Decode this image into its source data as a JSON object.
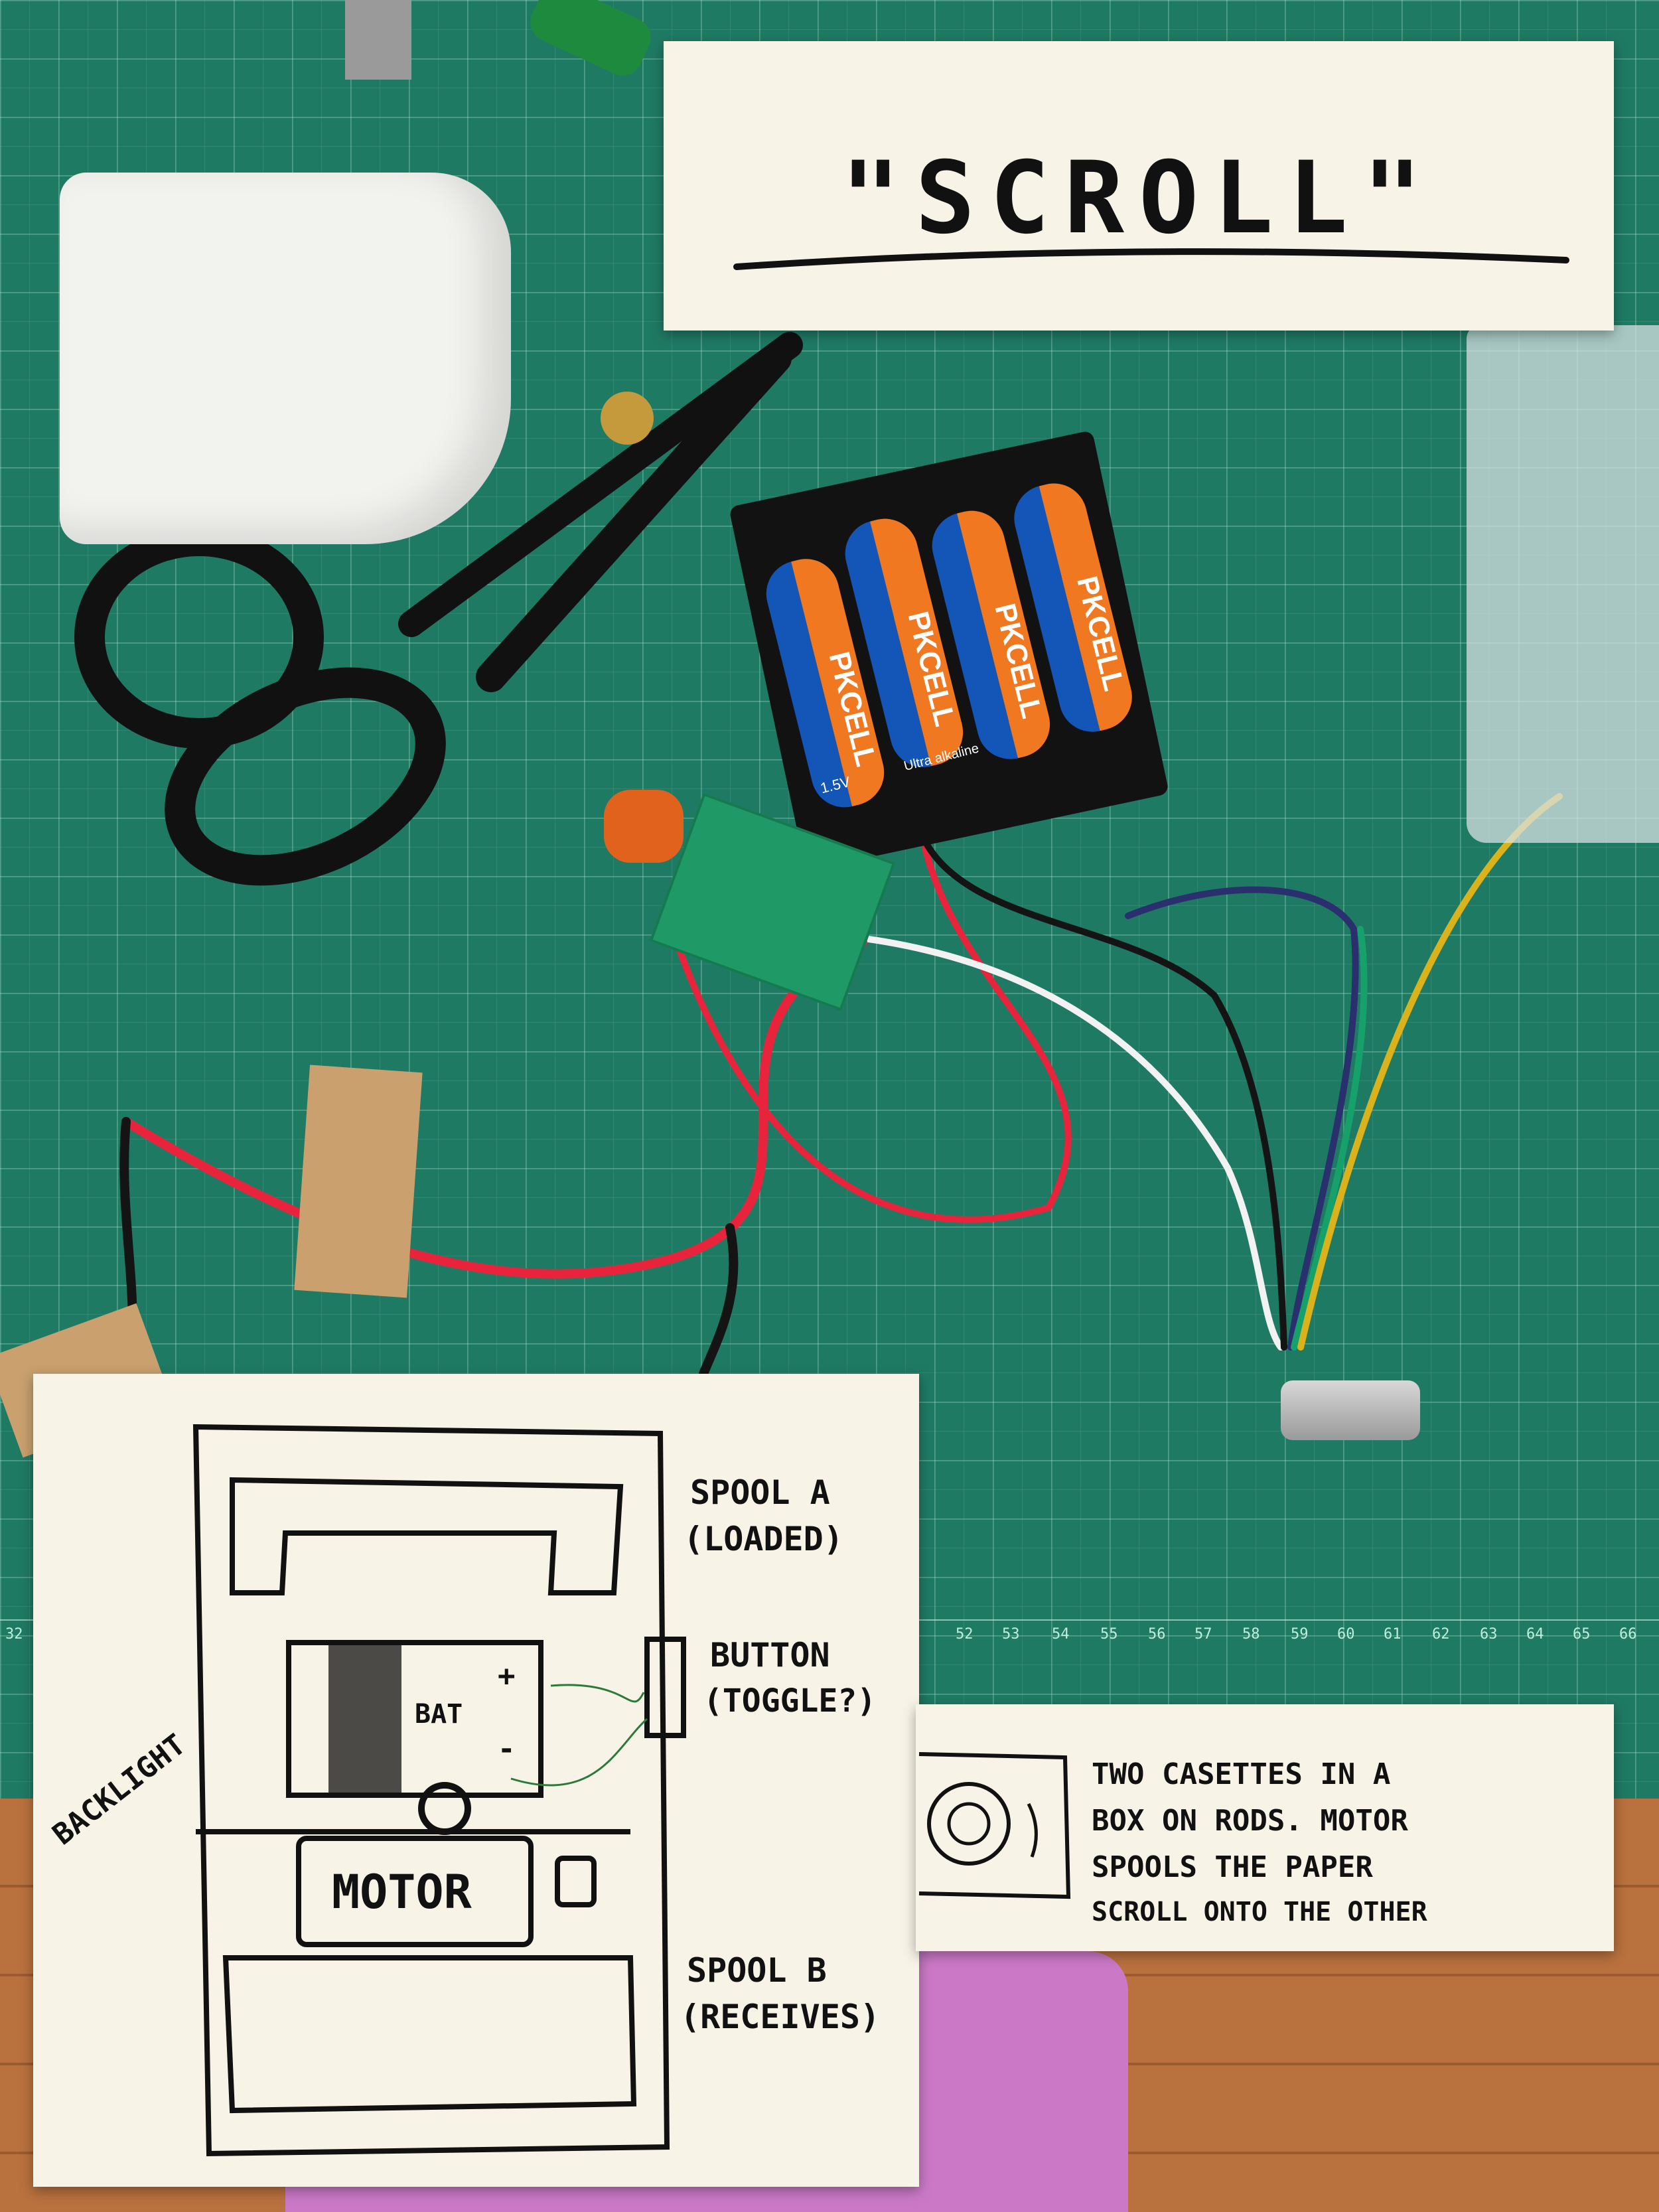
{
  "title_card": {
    "text": "\"SCROLL\""
  },
  "battery_pack": {
    "brand": "PKCELL",
    "voltage": "1.5V",
    "type": "Ultra alkaline"
  },
  "ruler": {
    "marks": [
      "32",
      "52",
      "53",
      "54",
      "55",
      "56",
      "57",
      "58",
      "59",
      "60",
      "61",
      "62",
      "63",
      "64",
      "65",
      "66"
    ]
  },
  "sketch": {
    "spool_a": "SPOOL A",
    "spool_a_note": "(LOADED)",
    "button": "BUTTON",
    "button_note": "(TOGGLE?)",
    "battery": "BAT",
    "plus": "+",
    "minus": "-",
    "backlight": "BACKLIGHT",
    "motor": "MOTOR",
    "spool_b": "SPOOL B",
    "spool_b_note": "(RECEIVES)"
  },
  "note": {
    "lines": [
      "TWO CASETTES IN A",
      "BOX ON RODS. MOTOR",
      "SPOOLS THE PAPER",
      "SCROLL ONTO THE OTHER"
    ]
  },
  "colors": {
    "mat": "#1f7a64",
    "paper": "#f7f3e6",
    "ink": "#111111",
    "wire_red": "#e8243c",
    "wire_black": "#141414"
  }
}
